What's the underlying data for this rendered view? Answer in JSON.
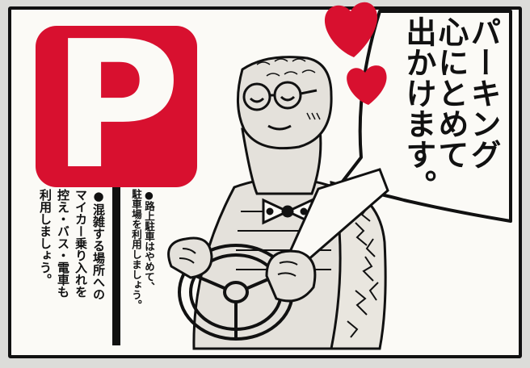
{
  "scene": {
    "parking_sign": {
      "letter": "P",
      "color": "#d8102f"
    },
    "headline_lines": [
      "パーキング",
      "心にとめて",
      "出かけます。"
    ],
    "note_main_lines": [
      "●混雑する場所への",
      "マイカー乗り入れを",
      "控え・バス・電車も",
      "利用しましょう。"
    ],
    "note_side_lines": [
      "●路上駐車はやめて、",
      "駐車場を利用しましょう。"
    ],
    "heart_color": "#d8102f"
  }
}
